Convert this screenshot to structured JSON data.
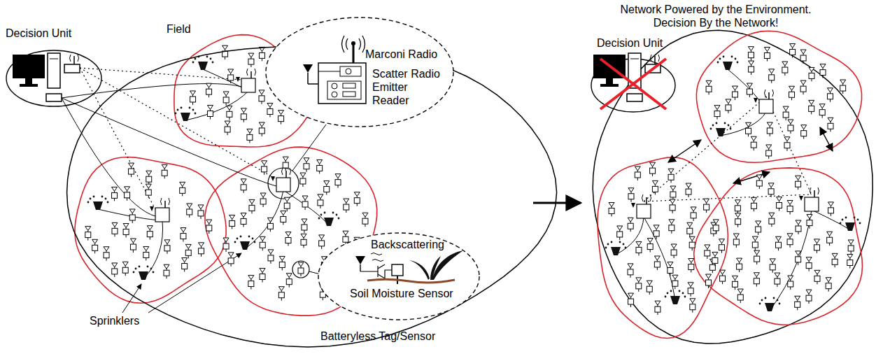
{
  "diagram": {
    "title": "Network Powered by the Environment. Decision By the Network!",
    "nodes": [
      {
        "text": [
          "Field"
        ]
      },
      {
        "text": [
          "Decision Unit"
        ]
      },
      {
        "text": [
          "Marconi Radio",
          "Scatter Radio Emitter Reader"
        ]
      },
      {
        "text": [
          "Backscattering",
          "Soil Moisture Sensor",
          "Batteryless Tag/Sensor"
        ]
      },
      {
        "text": [
          "Decision Unit"
        ]
      }
    ],
    "labels": [
      "Sprinklers"
    ]
  }
}
